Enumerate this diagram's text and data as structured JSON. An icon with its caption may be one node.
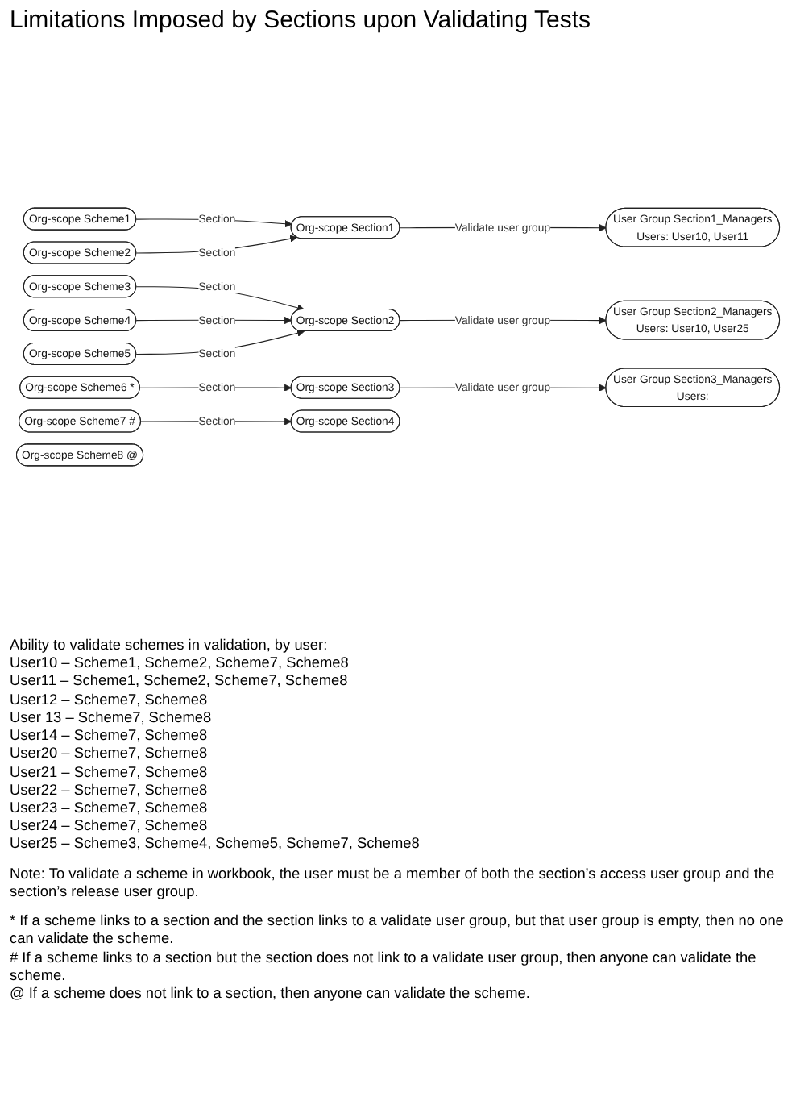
{
  "diagram": {
    "title": "Limitations Imposed by Sections upon Validating Tests",
    "nodes": [
      {
        "text": [
          "Org-scope Scheme1"
        ]
      },
      {
        "text": [
          "Org-scope Scheme2"
        ]
      },
      {
        "text": [
          "Org-scope Section1"
        ]
      },
      {
        "text": [
          "User Group Section1_Managers",
          "Users: User10, User11"
        ]
      },
      {
        "text": [
          "Org-scope Scheme3"
        ]
      },
      {
        "text": [
          "Org-scope Scheme4"
        ]
      },
      {
        "text": [
          "Org-scope Scheme5"
        ]
      },
      {
        "text": [
          "Org-scope Section2"
        ]
      },
      {
        "text": [
          "User Group Section2_Managers",
          "Users: User10, User25"
        ]
      },
      {
        "text": [
          "Org-scope Scheme6 *"
        ]
      },
      {
        "text": [
          "Org-scope Section3"
        ]
      },
      {
        "text": [
          "User Group Section3_Managers",
          "Users:"
        ]
      },
      {
        "text": [
          "Org-scope Scheme7 #"
        ]
      },
      {
        "text": [
          "Org-scope Section4"
        ]
      },
      {
        "text": [
          "Org-scope Scheme8 @"
        ]
      }
    ],
    "edges": [
      {
        "from": 0,
        "to": 2,
        "arrow": "to",
        "label": "Section"
      },
      {
        "from": 1,
        "to": 2,
        "arrow": "to",
        "label": "Section"
      },
      {
        "from": 2,
        "to": 3,
        "arrow": "to",
        "label": "Validate user group"
      },
      {
        "from": 4,
        "to": 7,
        "arrow": "to",
        "label": "Section"
      },
      {
        "from": 5,
        "to": 7,
        "arrow": "to",
        "label": "Section"
      },
      {
        "from": 6,
        "to": 7,
        "arrow": "to",
        "label": "Section"
      },
      {
        "from": 7,
        "to": 8,
        "arrow": "to",
        "label": "Validate user group"
      },
      {
        "from": 9,
        "to": 10,
        "arrow": "to",
        "label": "Section"
      },
      {
        "from": 10,
        "to": 11,
        "arrow": "to",
        "label": "Validate user group"
      },
      {
        "from": 12,
        "to": 13,
        "arrow": "to",
        "label": "Section"
      }
    ],
    "labels": [
      "Ability to validate schemes in validation, by user:",
      "User10 – Scheme1, Scheme2, Scheme7, Scheme8",
      "User11 – Scheme1, Scheme2, Scheme7, Scheme8",
      "User12 – Scheme7, Scheme8",
      "User 13 – Scheme7, Scheme8",
      "User14 – Scheme7, Scheme8",
      "User20 – Scheme7, Scheme8",
      "User21 – Scheme7, Scheme8",
      "User22 – Scheme7, Scheme8",
      "User23 – Scheme7, Scheme8",
      "User24 – Scheme7, Scheme8",
      "User25 – Scheme3, Scheme4, Scheme5, Scheme7, Scheme8",
      "Note: To validate a scheme in workbook, the user must be a member of both the section’s access user group and the section’s release user group.",
      "* If a scheme links to a section and the section links to a validate user group, but that user group is empty, then no one can validate the scheme.",
      "# If a scheme links to a section but the section does not link to a validate user group, then anyone can validate the scheme.",
      "@ If a scheme does not link to a section, then anyone can validate the scheme."
    ]
  }
}
